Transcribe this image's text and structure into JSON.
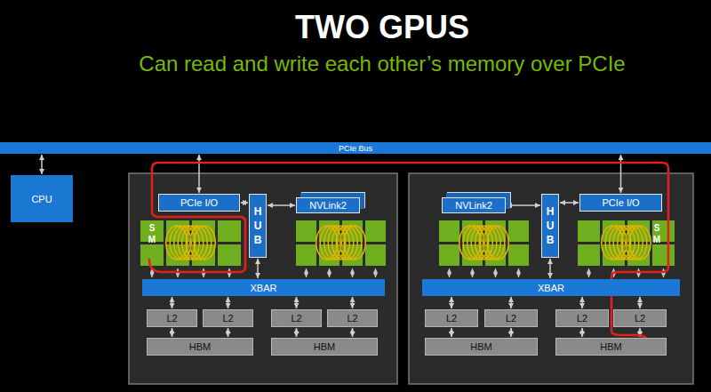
{
  "diagram": {
    "title": "TWO GPUS",
    "nodes": [
      {
        "text": [
          "PCIe Bus"
        ]
      },
      {
        "text": [
          "CPU"
        ]
      },
      {
        "text": [
          "PCIe I/O"
        ]
      },
      {
        "text": [
          "H U B"
        ]
      },
      {
        "text": [
          "NVLink2"
        ]
      },
      {
        "text": [
          "XBAR"
        ]
      },
      {
        "text": [
          "L2"
        ]
      },
      {
        "text": [
          "L2"
        ]
      },
      {
        "text": [
          "L2"
        ]
      },
      {
        "text": [
          "L2"
        ]
      },
      {
        "text": [
          "HBM"
        ]
      },
      {
        "text": [
          "HBM"
        ]
      },
      {
        "text": [
          "NVLink2"
        ]
      },
      {
        "text": [
          "H U B"
        ]
      },
      {
        "text": [
          "PCIe I/O"
        ]
      },
      {
        "text": [
          "XBAR"
        ]
      },
      {
        "text": [
          "L2"
        ]
      },
      {
        "text": [
          "L2"
        ]
      },
      {
        "text": [
          "L2"
        ]
      },
      {
        "text": [
          "L2"
        ]
      },
      {
        "text": [
          "HBM"
        ]
      },
      {
        "text": [
          "HBM"
        ]
      }
    ],
    "edges": [
      {
        "from": 0,
        "to": 1,
        "arrow": "both"
      },
      {
        "from": 0,
        "to": 2,
        "arrow": "both"
      },
      {
        "from": 2,
        "to": 3,
        "arrow": "both"
      },
      {
        "from": 3,
        "to": 4,
        "arrow": "both"
      },
      {
        "from": 3,
        "to": 5,
        "arrow": "both"
      },
      {
        "from": 5,
        "to": 6,
        "arrow": "both"
      },
      {
        "from": 5,
        "to": 7,
        "arrow": "both"
      },
      {
        "from": 5,
        "to": 8,
        "arrow": "both"
      },
      {
        "from": 5,
        "to": 9,
        "arrow": "both"
      },
      {
        "from": 6,
        "to": 10,
        "arrow": "both"
      },
      {
        "from": 7,
        "to": 10,
        "arrow": "both"
      },
      {
        "from": 8,
        "to": 11,
        "arrow": "both"
      },
      {
        "from": 9,
        "to": 11,
        "arrow": "both"
      },
      {
        "from": 0,
        "to": 14,
        "arrow": "both"
      },
      {
        "from": 12,
        "to": 13,
        "arrow": "both"
      },
      {
        "from": 13,
        "to": 14,
        "arrow": "both"
      },
      {
        "from": 13,
        "to": 15,
        "arrow": "both"
      },
      {
        "from": 15,
        "to": 16,
        "arrow": "both"
      },
      {
        "from": 15,
        "to": 17,
        "arrow": "both"
      },
      {
        "from": 15,
        "to": 18,
        "arrow": "both"
      },
      {
        "from": 15,
        "to": 19,
        "arrow": "both"
      },
      {
        "from": 16,
        "to": 20,
        "arrow": "both"
      },
      {
        "from": 17,
        "to": 20,
        "arrow": "both"
      },
      {
        "from": 18,
        "to": 21,
        "arrow": "both"
      },
      {
        "from": 19,
        "to": 21,
        "arrow": "both"
      }
    ],
    "labels": [
      "Can read and write each other’s memory over PCIe",
      "S M",
      "S M"
    ]
  }
}
